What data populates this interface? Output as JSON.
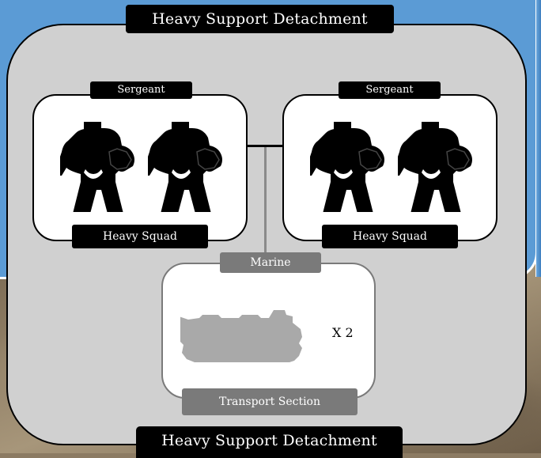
{
  "detachment": {
    "title_top": "Heavy Support Detachment",
    "title_bottom": "Heavy Support Detachment"
  },
  "squads": [
    {
      "leader_label": "Sergeant",
      "name": "Heavy Squad",
      "figure_icon": "space-marine-silhouette-icon",
      "figures": 2
    },
    {
      "leader_label": "Sergeant",
      "name": "Heavy Squad",
      "figure_icon": "space-marine-silhouette-icon",
      "figures": 2
    }
  ],
  "transport": {
    "header_label": "Marine",
    "name": "Transport Section",
    "vehicle_icon": "tank-silhouette-icon",
    "count_label": "X 2"
  },
  "colors": {
    "background_blue": "#5b9bd5",
    "panel_grey": "#d0d0d0",
    "label_black": "#000000",
    "label_grey": "#7a7a7a",
    "vehicle_grey": "#a9a9a9"
  }
}
